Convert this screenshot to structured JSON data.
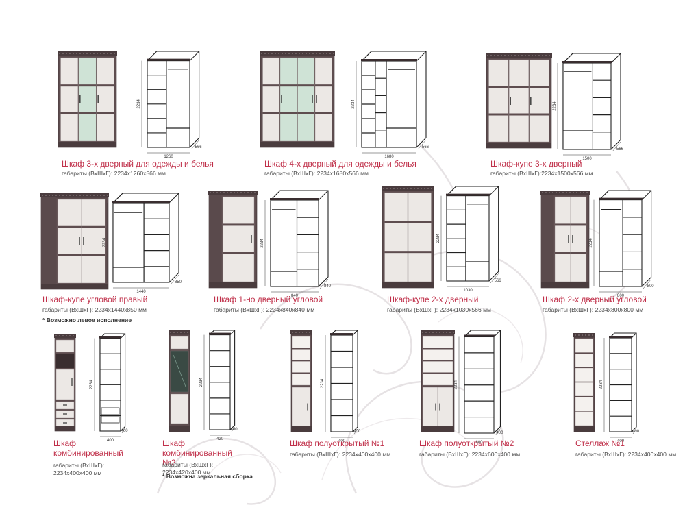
{
  "colors": {
    "title": "#c0304a",
    "text": "#4a4a4a",
    "frame": "#5e4d4f",
    "panel": "#ece8e5",
    "glass": "#cfe3d6",
    "line": "#222222"
  },
  "items": [
    {
      "id": "wardrobe-3door",
      "title": "Шкаф 3-х дверный для одежды и белья",
      "dims": "габариты (ВхШхГ): 2234х1260х566 мм",
      "front": {
        "type": "panels",
        "doors": [
          0,
          1,
          0
        ],
        "rows": 3
      },
      "interior": "3door",
      "dim_h": "2234",
      "dim_w": "1260",
      "dim_d": "566"
    },
    {
      "id": "wardrobe-4door",
      "title": "Шкаф 4-х дверный для одежды и белья",
      "dims": "габариты (ВхШхГ): 2234х1680х566 мм",
      "front": {
        "type": "panels",
        "doors": [
          0,
          1,
          1,
          0
        ],
        "rows": 3
      },
      "interior": "4door",
      "dim_h": "2234",
      "dim_w": "1680",
      "dim_d": "566"
    },
    {
      "id": "coupe-3door",
      "title": "Шкаф-купе 3-х дверный",
      "dims": "габариты (ВхШхГ):2234х1500х566 мм",
      "front": {
        "type": "panels",
        "doors": [
          0,
          0,
          0
        ],
        "rows": 3
      },
      "interior": "coupe3",
      "dim_h": "2234",
      "dim_w": "1500",
      "dim_d": "566"
    },
    {
      "id": "coupe-corner-right",
      "title": "Шкаф-купе угловой правый",
      "dims": "габариты (ВхШхГ): 2234х1440х850 мм",
      "note": "* Возможно левое исполнение",
      "front": {
        "type": "corner-coupe"
      },
      "interior": "corner-wide",
      "dim_h": "2234",
      "dim_w": "1440",
      "dim_d": "850"
    },
    {
      "id": "corner-1door",
      "title": "Шкаф 1-но дверный угловой",
      "dims": "габариты (ВхШхГ): 2234х840х840 мм",
      "front": {
        "type": "corner-single"
      },
      "interior": "corner-single",
      "dim_h": "2234",
      "dim_w": "840",
      "dim_d": "840"
    },
    {
      "id": "coupe-2door",
      "title": "Шкаф-купе 2-х дверный",
      "dims": "габариты (ВхШхГ): 2234х1030х566 мм",
      "front": {
        "type": "panels",
        "doors": [
          0,
          0
        ],
        "rows": 3
      },
      "interior": "coupe2",
      "dim_h": "2234",
      "dim_w": "1030",
      "dim_d": "566"
    },
    {
      "id": "corner-2door",
      "title": "Шкаф 2-х дверный угловой",
      "dims": "габариты (ВхШхГ): 2234х800х800 мм",
      "front": {
        "type": "corner-double"
      },
      "interior": "corner-double",
      "dim_h": "2234",
      "dim_w": "800",
      "dim_d": "800"
    },
    {
      "id": "combined-1",
      "title": "Шкаф комбинированный",
      "dims": "габариты (ВхШхГ): 2234х400х400 мм",
      "front": {
        "type": "combined"
      },
      "interior": "narrow-drawers",
      "dim_h": "2234",
      "dim_w": "400",
      "dim_d": "400"
    },
    {
      "id": "combined-2",
      "title": "Шкаф комбинированный №2",
      "dims": "габариты (ВхШхГ): 2234х420х400 мм",
      "note": "* Возможна зеркальная сборка",
      "front": {
        "type": "combined-glass"
      },
      "interior": "narrow",
      "dim_h": "2234",
      "dim_w": "420",
      "dim_d": "400"
    },
    {
      "id": "semi-open-1",
      "title": "Шкаф полуоткрытый №1",
      "dims": "габариты (ВхШхГ): 2234х400х400 мм",
      "front": {
        "type": "semi-open"
      },
      "interior": "narrow",
      "dim_h": "2234",
      "dim_w": "400",
      "dim_d": "400"
    },
    {
      "id": "semi-open-2",
      "title": "Шкаф полуоткрытый №2",
      "dims": "габариты (ВхШхГ): 2234х600х400 мм",
      "front": {
        "type": "semi-open-wide"
      },
      "interior": "semi-wide",
      "dim_h": "2234",
      "dim_w": "600",
      "dim_d": "400"
    },
    {
      "id": "rack-1",
      "title": "Стеллаж №1",
      "dims": "габариты (ВхШхГ): 2234х400х400 мм",
      "front": {
        "type": "rack"
      },
      "interior": "narrow",
      "dim_h": "2234",
      "dim_w": "400",
      "dim_d": "400"
    }
  ]
}
